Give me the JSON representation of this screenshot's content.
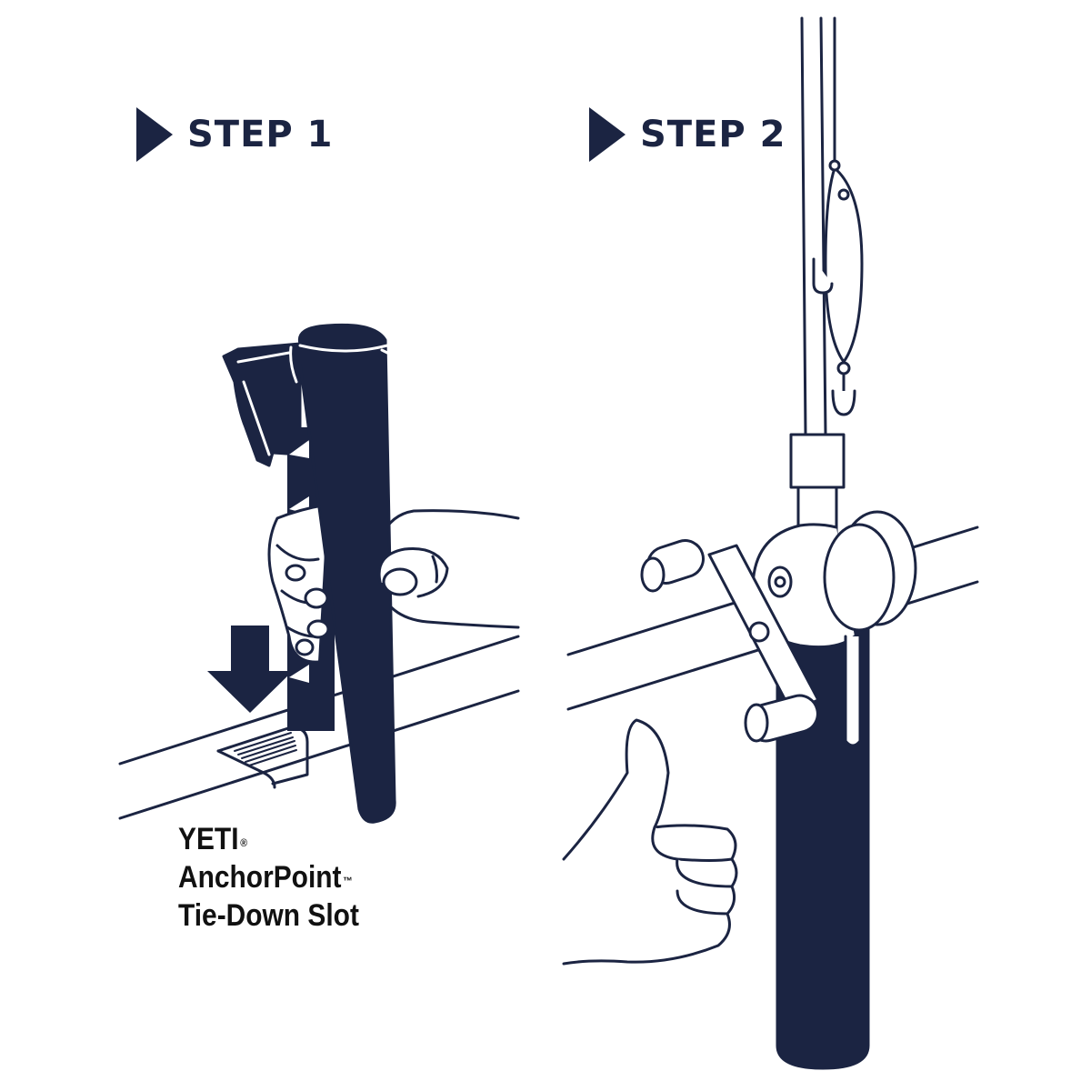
{
  "colors": {
    "navy": "#1b2442",
    "line": "#1b2442",
    "background": "#ffffff"
  },
  "step1": {
    "label": "STEP 1",
    "icon": "play-triangle-icon"
  },
  "step2": {
    "label": "STEP 2",
    "icon": "play-triangle-icon"
  },
  "caption": {
    "brand": "YETI",
    "brand_mark": "®",
    "product": "AnchorPoint",
    "product_mark": "™",
    "descriptor": "Tie-Down Slot"
  },
  "icons": {
    "down_arrow": "down-arrow-icon",
    "thumbs_up": "thumbs-up-icon",
    "lure": "fishing-lure-icon",
    "reel": "fishing-reel-icon"
  }
}
